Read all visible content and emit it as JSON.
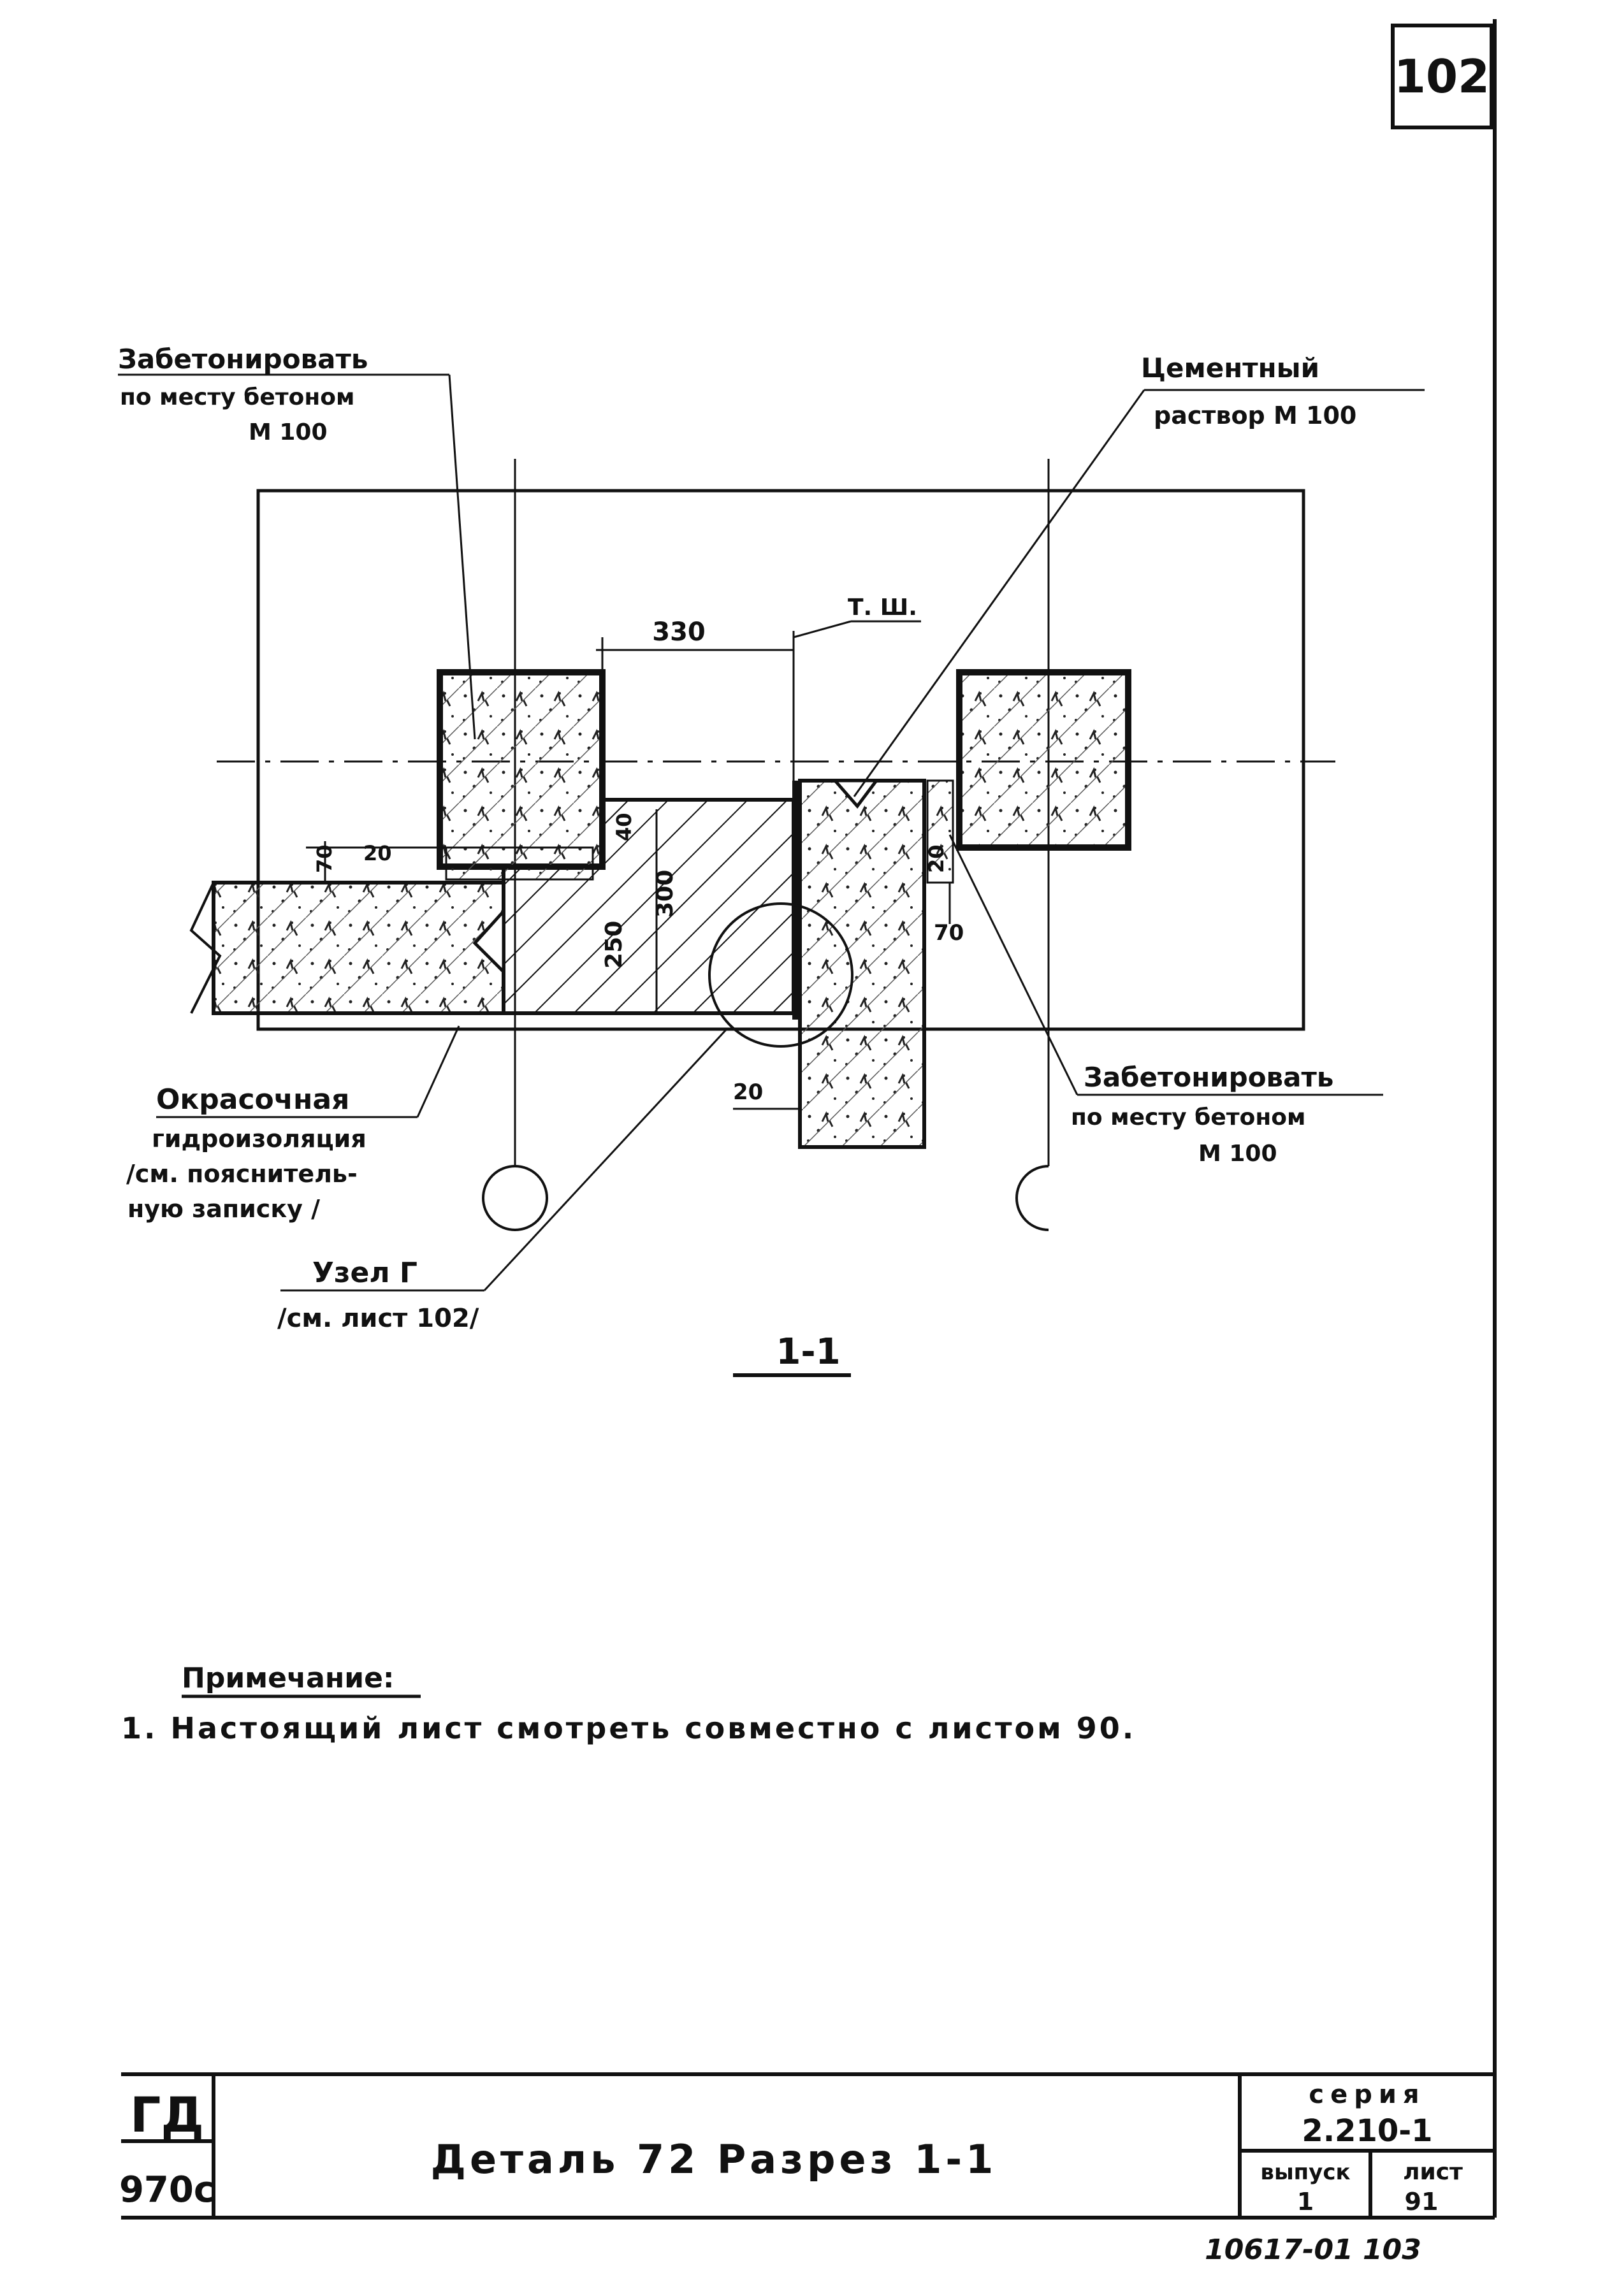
{
  "sheet": {
    "page_number": "102",
    "section_label": "1-1",
    "bottom_handwritten": "10617-01   103"
  },
  "callouts": {
    "fill_concrete_left": [
      "Забетонировать",
      "по месту бетоном",
      "М 100"
    ],
    "cement_mortar": [
      "Цементный",
      "раствор М 100"
    ],
    "fill_concrete_right": [
      "Забетонировать",
      "по месту бетоном",
      "М 100"
    ],
    "paint_waterproofing": [
      "Окрасочная",
      "гидроизоляция",
      "/см. пояснитель-",
      "ную записку /"
    ],
    "node_g": [
      "Узел Г",
      "/см. лист 102/"
    ],
    "t_sh": "Т. Ш."
  },
  "dimensions": {
    "top_span": "330",
    "d70_left": "70",
    "d20_top": "20",
    "d40": "40",
    "d300": "300",
    "d250": "250",
    "d20_right": "20",
    "d70_right": "70",
    "d20_bottom": "20"
  },
  "note": {
    "heading": "Примечание:",
    "text": "1. Настоящий лист смотреть совместно с листом 90."
  },
  "title_block": {
    "code_top": "ГД",
    "code_bottom": "970с",
    "title": "Деталь 72  Разрез 1-1",
    "series_label": "серия",
    "series_value": "2.210-1",
    "issue_label": "выпуск",
    "issue_value": "1",
    "sheet_label": "лист",
    "sheet_value": "91"
  }
}
